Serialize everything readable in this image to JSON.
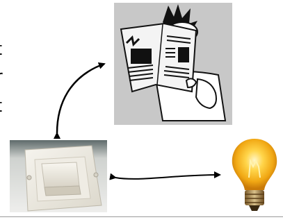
{
  "fragments": {
    "top": "t",
    "middle": "r",
    "bottom": "t"
  },
  "nodes": {
    "newspaper": {
      "icon": "newspaper-reader-icon"
    },
    "switch": {
      "icon": "light-switch-icon"
    },
    "bulb": {
      "icon": "light-bulb-icon"
    }
  },
  "edges": [
    {
      "from": "switch",
      "to": "newspaper",
      "style": "double-headed-arrow"
    },
    {
      "from": "switch",
      "to": "bulb",
      "style": "double-headed-arrow"
    }
  ],
  "colors": {
    "panel_gray": "#c8c8c8",
    "bulb_glow": "#f7c21c",
    "arrow": "#000000"
  }
}
